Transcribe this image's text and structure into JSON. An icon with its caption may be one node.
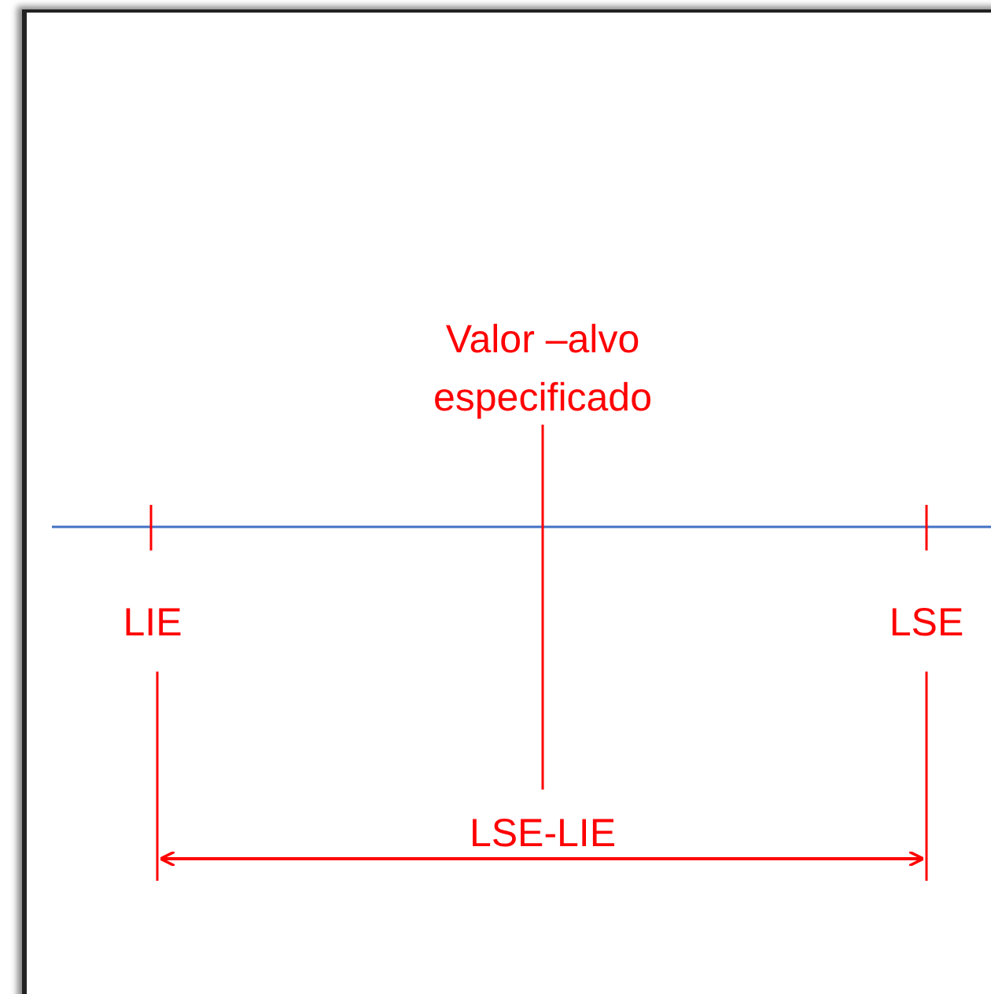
{
  "diagram": {
    "labels": [
      "Valor –alvo especificado",
      "LIE",
      "LSE",
      "LSE-LIE"
    ]
  }
}
